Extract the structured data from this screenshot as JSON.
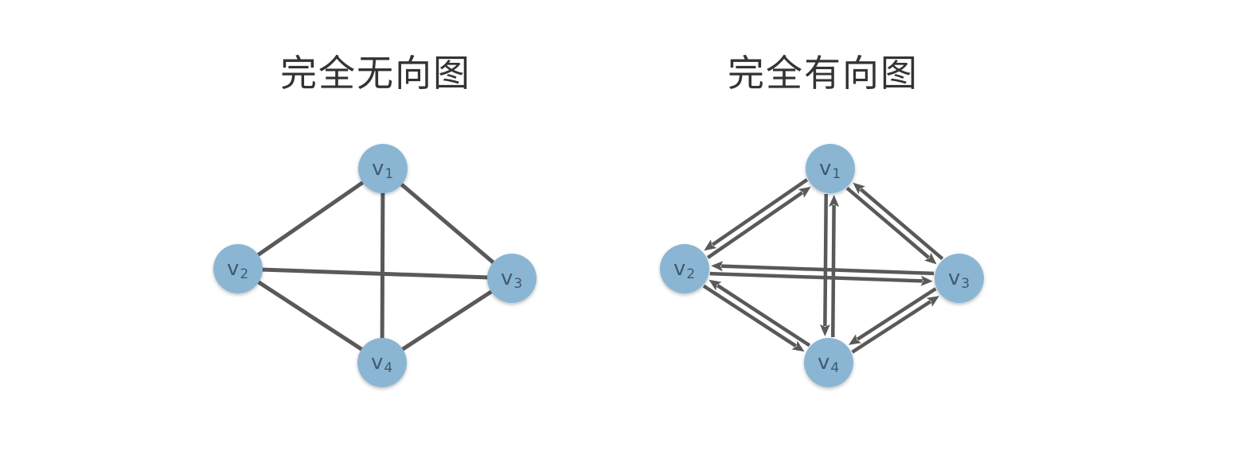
{
  "left_diagram": {
    "title": "完全无向图",
    "directed": false,
    "vertices": [
      {
        "id": "v1",
        "letter": "v",
        "sub": "1"
      },
      {
        "id": "v2",
        "letter": "v",
        "sub": "2"
      },
      {
        "id": "v3",
        "letter": "v",
        "sub": "3"
      },
      {
        "id": "v4",
        "letter": "v",
        "sub": "4"
      }
    ],
    "edges": [
      [
        "v1",
        "v2"
      ],
      [
        "v1",
        "v3"
      ],
      [
        "v1",
        "v4"
      ],
      [
        "v2",
        "v3"
      ],
      [
        "v2",
        "v4"
      ],
      [
        "v3",
        "v4"
      ]
    ]
  },
  "right_diagram": {
    "title": "完全有向图",
    "directed": true,
    "vertices": [
      {
        "id": "v1",
        "letter": "v",
        "sub": "1"
      },
      {
        "id": "v2",
        "letter": "v",
        "sub": "2"
      },
      {
        "id": "v3",
        "letter": "v",
        "sub": "3"
      },
      {
        "id": "v4",
        "letter": "v",
        "sub": "4"
      }
    ],
    "edges": [
      [
        "v1",
        "v2"
      ],
      [
        "v2",
        "v1"
      ],
      [
        "v1",
        "v3"
      ],
      [
        "v3",
        "v1"
      ],
      [
        "v1",
        "v4"
      ],
      [
        "v4",
        "v1"
      ],
      [
        "v2",
        "v3"
      ],
      [
        "v3",
        "v2"
      ],
      [
        "v2",
        "v4"
      ],
      [
        "v4",
        "v2"
      ],
      [
        "v3",
        "v4"
      ],
      [
        "v4",
        "v3"
      ]
    ]
  },
  "colors": {
    "node_fill": "#8BB6D3",
    "edge": "#595959",
    "label": "#3F5A70",
    "title": "#333333"
  }
}
